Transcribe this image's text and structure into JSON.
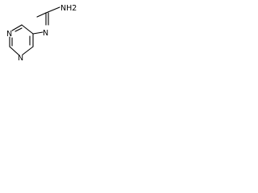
{
  "structure": {
    "atom_labels": {
      "amine": "NH2",
      "imine_n": "N",
      "ring_n_top": "N",
      "ring_n_bottom": "N"
    },
    "colors": {
      "bond": "#000000",
      "text": "#000000",
      "background": "#ffffff"
    }
  }
}
